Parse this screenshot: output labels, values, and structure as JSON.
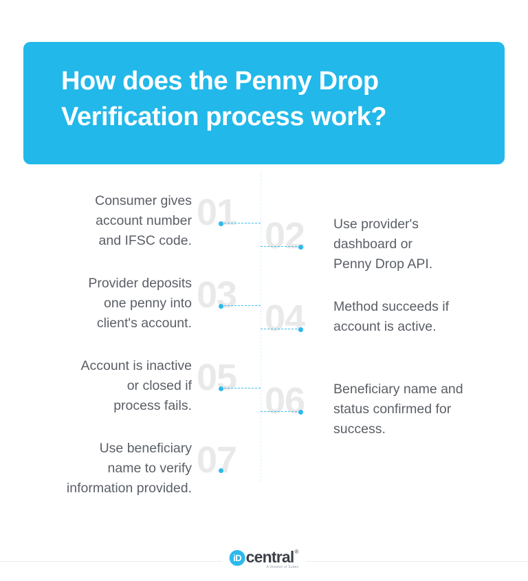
{
  "header": {
    "title": "How does the Penny Drop\nVerification process work?",
    "background_color": "#22b8ea",
    "text_color": "#ffffff"
  },
  "theme": {
    "accent_color": "#2bb9ee",
    "number_color": "#e9e9e9",
    "body_text_color": "#5a5f66",
    "spine_color": "#d6f1fb",
    "page_background": "#ffffff"
  },
  "steps": [
    {
      "number": "01",
      "side": "left",
      "text": "Consumer gives\naccount number\nand IFSC code."
    },
    {
      "number": "02",
      "side": "right",
      "text": "Use provider's\ndashboard or\nPenny Drop API."
    },
    {
      "number": "03",
      "side": "left",
      "text": "Provider deposits\none penny into\nclient's account."
    },
    {
      "number": "04",
      "side": "right",
      "text": "Method succeeds if\naccount is active."
    },
    {
      "number": "05",
      "side": "left",
      "text": "Account is inactive\nor closed if\nprocess fails."
    },
    {
      "number": "06",
      "side": "right",
      "text": "Beneficiary name and\nstatus confirmed for\nsuccess."
    },
    {
      "number": "07",
      "side": "left",
      "text": "Use beneficiary\nname to verify\ninformation provided."
    }
  ],
  "footer": {
    "logo_mark": "iD",
    "logo_word": "central",
    "logo_registered": "®",
    "logo_tagline": "A Division of Subex"
  }
}
